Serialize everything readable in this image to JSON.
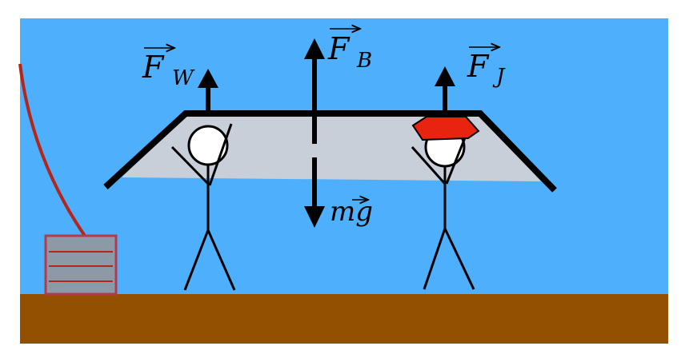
{
  "labels": {
    "force_w": {
      "symbol": "F",
      "subscript": "W"
    },
    "force_b": {
      "symbol": "F",
      "subscript": "B"
    },
    "force_j": {
      "symbol": "F",
      "subscript": "J"
    },
    "weight": {
      "symbol": "mg"
    }
  },
  "colors": {
    "water": "#4eaffd",
    "ground": "#935100",
    "board": "#c8cfd8",
    "hat": "#e8230f",
    "rope": "#b5261a",
    "box": "#8c9aa8"
  }
}
